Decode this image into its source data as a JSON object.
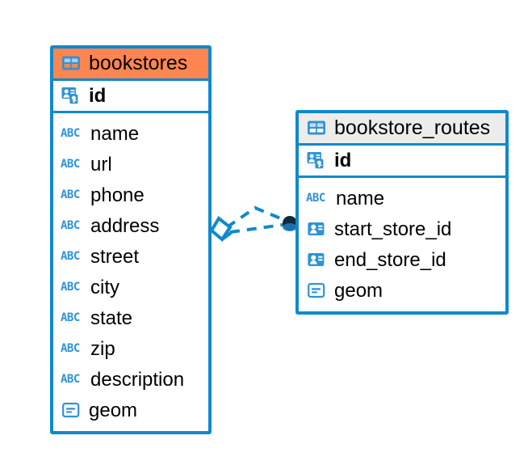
{
  "diagram": {
    "type": "entity-relationship-diagram",
    "background": "#ffffff",
    "accent_color": "#1089cc",
    "selected_header_color": "#fd8550",
    "unselected_header_color": "#ececec",
    "icon_blue": "#2f93d6"
  },
  "tables": [
    {
      "name": "bookstores",
      "selected": true,
      "header_color": "#fd8550",
      "primary_key": {
        "label": "id",
        "icon": "primary-key-icon"
      },
      "fields": [
        {
          "label": "name",
          "icon": "abc-text-icon"
        },
        {
          "label": "url",
          "icon": "abc-text-icon"
        },
        {
          "label": "phone",
          "icon": "abc-text-icon"
        },
        {
          "label": "address",
          "icon": "abc-text-icon"
        },
        {
          "label": "street",
          "icon": "abc-text-icon"
        },
        {
          "label": "city",
          "icon": "abc-text-icon"
        },
        {
          "label": "state",
          "icon": "abc-text-icon"
        },
        {
          "label": "zip",
          "icon": "abc-text-icon"
        },
        {
          "label": "description",
          "icon": "abc-text-icon"
        },
        {
          "label": "geom",
          "icon": "geometry-icon"
        }
      ]
    },
    {
      "name": "bookstore_routes",
      "selected": false,
      "header_color": "#ececec",
      "primary_key": {
        "label": "id",
        "icon": "primary-key-icon"
      },
      "fields": [
        {
          "label": "name",
          "icon": "abc-text-icon"
        },
        {
          "label": "start_store_id",
          "icon": "foreign-key-icon"
        },
        {
          "label": "end_store_id",
          "icon": "foreign-key-icon"
        },
        {
          "label": "geom",
          "icon": "geometry-icon"
        }
      ]
    }
  ],
  "relationship": {
    "style": "dashed",
    "color": "#1089cc",
    "source_endpoint": "diamond-endpoint",
    "target_endpoint": "filled-circle-endpoint",
    "target_endpoint_color": "#10293d"
  }
}
